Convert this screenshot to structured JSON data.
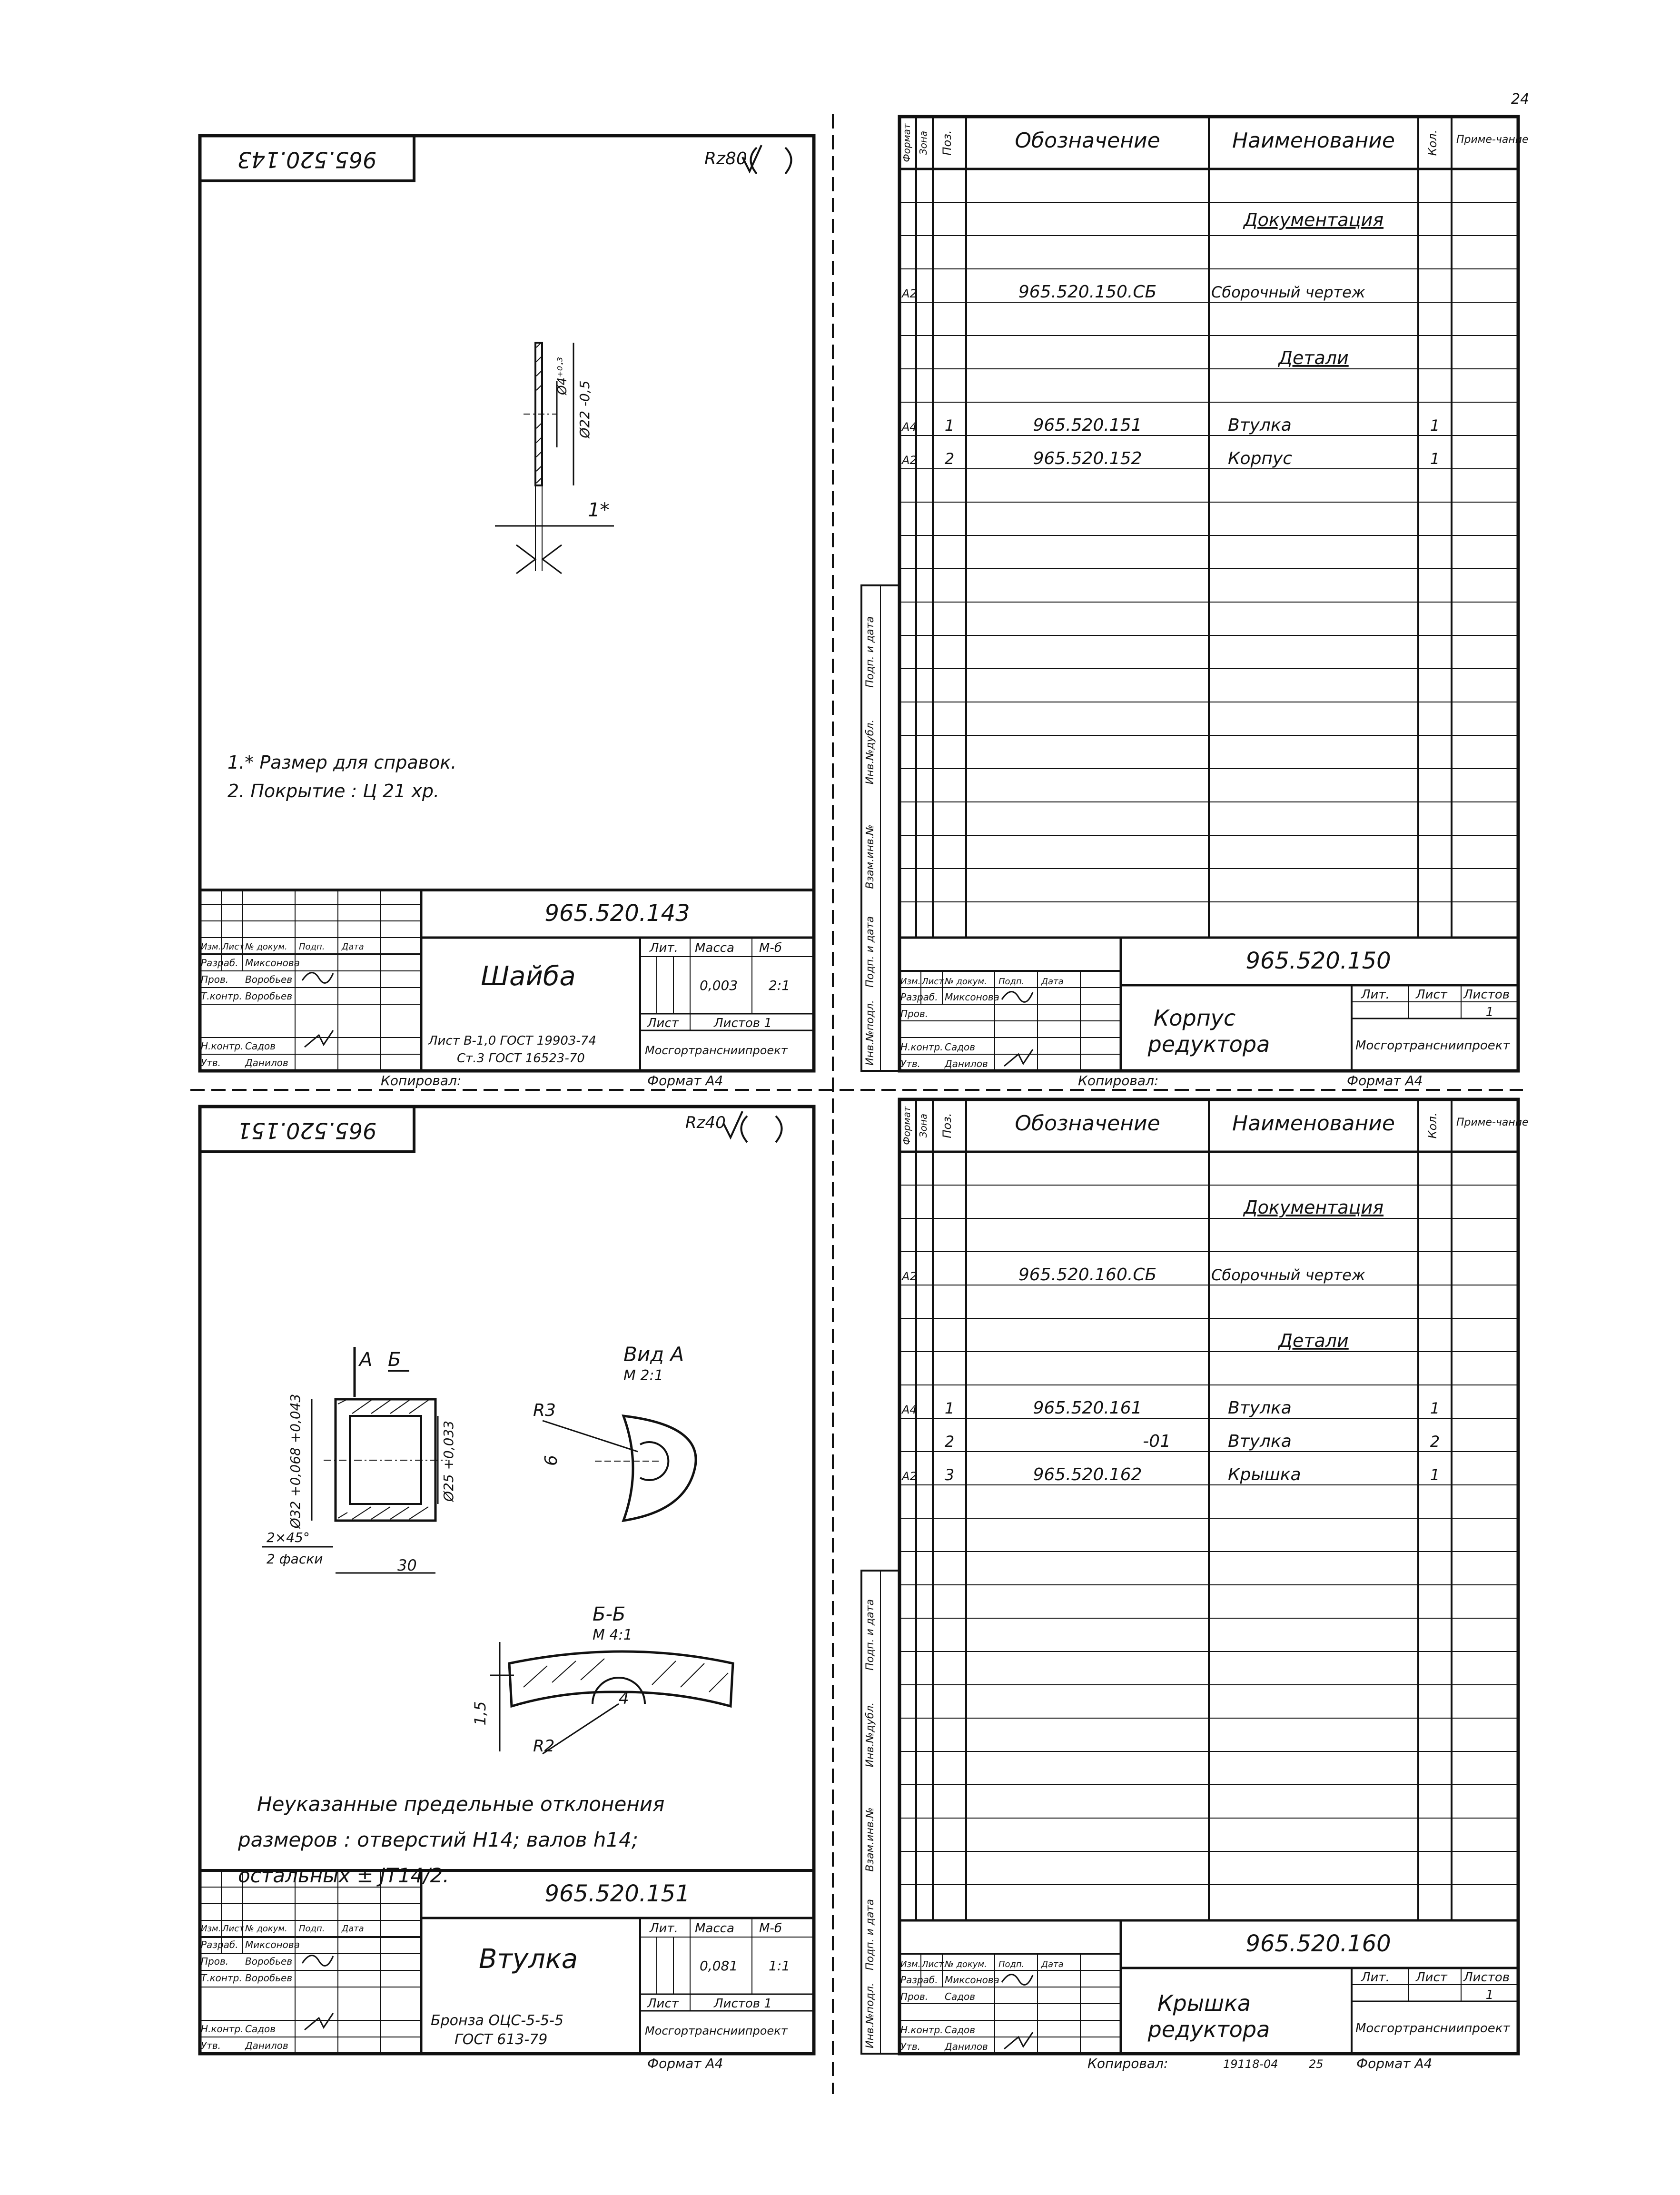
{
  "page_number": "24",
  "drawing_143": {
    "stamp_rotated": "965.520.143",
    "roughness": "Rz80",
    "dim_hole": "Ø4⁺⁰·³",
    "dim_outer": "Ø22 -0,5",
    "dim_thick": "1*",
    "notes": [
      "1.* Размер для справок.",
      "2. Покрытие : Ц 21 хр."
    ],
    "designation": "965.520.143",
    "name": "Шайба",
    "lit_label": "Лит.",
    "mass_label": "Масса",
    "scale_label": "М-б",
    "mass": "0,003",
    "scale": "2:1",
    "sheet_label": "Лист",
    "sheets_label": "Листов 1",
    "material_1": "Лист B-1,0 ГОСТ 19903-74",
    "material_2": "Ст.3 ГОСТ 16523-70",
    "org": "Мосгортрансниипроект",
    "copied": "Копировал:",
    "format": "Формат А4"
  },
  "drawing_151": {
    "stamp_rotated": "965.520.151",
    "roughness": "Rz40",
    "section_mark_a": "А",
    "section_mark_b": "Б",
    "dim_outer": "Ø32 +0,068 +0,043",
    "dim_inner": "Ø25 +0,033",
    "chamfer_1": "2×45°",
    "chamfer_2": "2 фаски",
    "dim_len": "30",
    "view_a_title": "Вид А",
    "view_a_scale": "М 2:1",
    "r3": "R3",
    "dim_6": "6",
    "section_title": "Б-Б",
    "section_scale": "М 4:1",
    "dim_15": "1,5",
    "r2": "R2",
    "dim_4": "4",
    "note_lines": [
      "Неуказанные предельные отклонения",
      "размеров : отверстий Н14; валов h14;",
      "остальных ± JT14/2."
    ],
    "designation": "965.520.151",
    "name": "Втулка",
    "lit_label": "Лит.",
    "mass_label": "Масса",
    "scale_label": "М-б",
    "mass": "0,081",
    "scale": "1:1",
    "sheet_label": "Лист",
    "sheets_label": "Листов 1",
    "material_1": "Бронза ОЦС-5-5-5",
    "material_2": "ГОСТ 613-79",
    "org": "Мосгортрансниипроект",
    "format": "Формат А4"
  },
  "spec_150": {
    "headers": {
      "format": "Формат",
      "zone": "Зона",
      "pos": "Поз.",
      "designation": "Обозначение",
      "name": "Наименование",
      "qty": "Кол.",
      "note": "Приме-чание"
    },
    "section_docs": "Документация",
    "section_parts": "Детали",
    "rows": [
      {
        "format": "А2",
        "pos": "",
        "designation": "965.520.150.СБ",
        "name": "Сборочный чертеж",
        "qty": ""
      },
      {
        "format": "А4",
        "pos": "1",
        "designation": "965.520.151",
        "name": "Втулка",
        "qty": "1"
      },
      {
        "format": "А2",
        "pos": "2",
        "designation": "965.520.152",
        "name": "Корпус",
        "qty": "1"
      }
    ],
    "designation": "965.520.150",
    "name_1": "Корпус",
    "name_2": "редуктора",
    "lit_label": "Лит.",
    "sheet_label": "Лист",
    "sheets_label": "Листов",
    "sheets": "1",
    "org": "Мосгортрансниипроект",
    "copied": "Копировал:",
    "format": "Формат А4"
  },
  "spec_160": {
    "headers": {
      "format": "Формат",
      "zone": "Зона",
      "pos": "Поз.",
      "designation": "Обозначение",
      "name": "Наименование",
      "qty": "Кол.",
      "note": "Приме-чание"
    },
    "section_docs": "Документация",
    "section_parts": "Детали",
    "rows": [
      {
        "format": "А2",
        "pos": "",
        "designation": "965.520.160.СБ",
        "name": "Сборочный чертеж",
        "qty": ""
      },
      {
        "format": "А4",
        "pos": "1",
        "designation": "965.520.161",
        "name": "Втулка",
        "qty": "1"
      },
      {
        "format": "",
        "pos": "2",
        "designation": "-01",
        "name": "Втулка",
        "qty": "2"
      },
      {
        "format": "А2",
        "pos": "3",
        "designation": "965.520.162",
        "name": "Крышка",
        "qty": "1"
      }
    ],
    "designation": "965.520.160",
    "name_1": "Крышка",
    "name_2": "редуктора",
    "lit_label": "Лит.",
    "sheet_label": "Лист",
    "sheets_label": "Листов",
    "sheets": "1",
    "org": "Мосгортрансниипроект",
    "copied": "Копировал:",
    "copied_num": "19118-04",
    "copied_num2": "25",
    "format": "Формат А4"
  },
  "side_labels": [
    "Инв.№подл.",
    "Подп. и дата",
    "Взам.инв.№",
    "Инв.№дубл.",
    "Подп. и дата"
  ],
  "title_left": {
    "h_izm": "Изм.",
    "h_list": "Лист",
    "h_doc": "№ докум.",
    "h_sign": "Подп.",
    "h_date": "Дата",
    "razrab_role": "Разраб.",
    "razrab_name": "Миксонова",
    "prov_role": "Пров.",
    "prov_name": "Воробьев",
    "tk_role": "Т.контр.",
    "tk_name": "Воробьев",
    "nk_role": "Н.контр.",
    "nk_name": "Садов",
    "utv_role": "Утв.",
    "utv_name": "Данилов"
  }
}
